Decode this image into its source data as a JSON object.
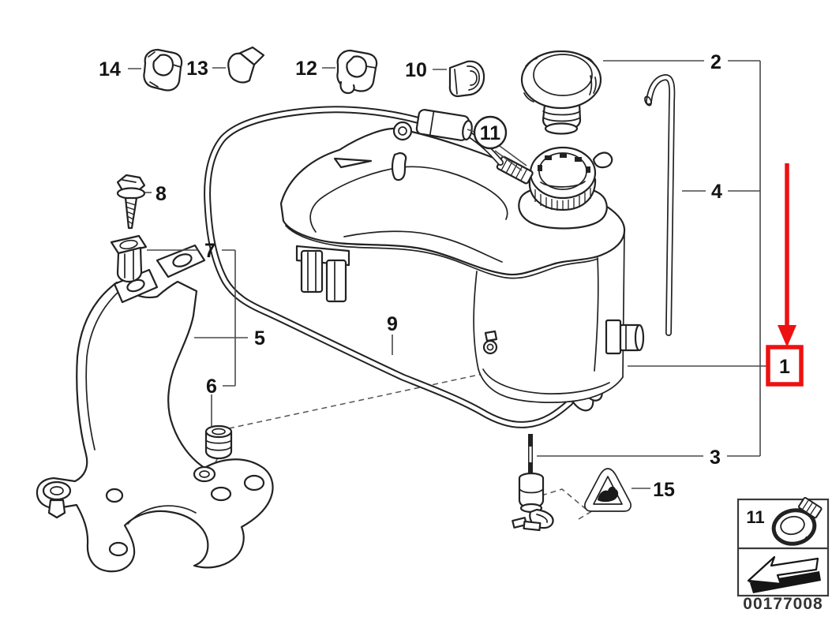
{
  "diagram": {
    "type": "exploded-parts-diagram",
    "subject": "coolant-expansion-tank-assembly",
    "background": "#ffffff",
    "line_color": "#222222",
    "accent_red": "#ee1111"
  },
  "callouts": {
    "c1": "1",
    "c2": "2",
    "c3": "3",
    "c4": "4",
    "c5": "5",
    "c6": "6",
    "c7": "7",
    "c8": "8",
    "c9": "9",
    "c10": "10",
    "c11": "11",
    "c12": "12",
    "c13": "13",
    "c14": "14",
    "c15": "15"
  },
  "balloon": {
    "label": "11"
  },
  "highlight": {
    "selected_callout": "1",
    "marker": "red-box-and-arrow",
    "color": "#ee1111"
  },
  "legend": {
    "row1": {
      "number": "11",
      "icon": "hose-clamp-icon"
    },
    "row2": {
      "icon": "installation-direction-arrow-icon"
    },
    "part_number": "00177008"
  }
}
